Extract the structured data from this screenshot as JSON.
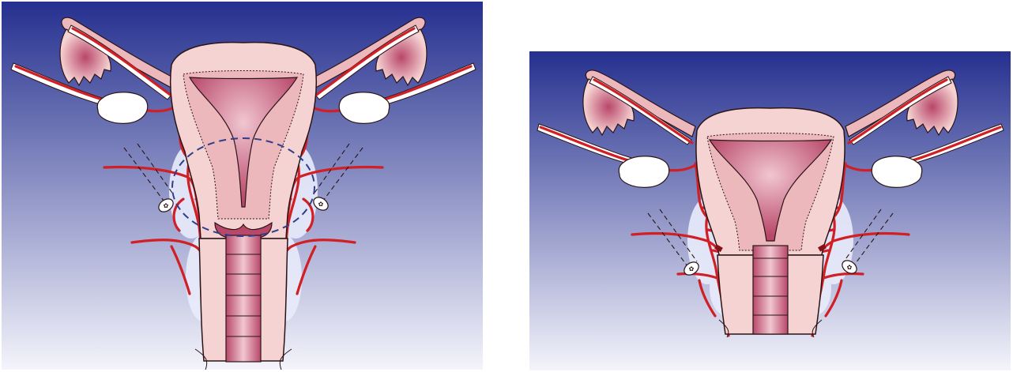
{
  "colors": {
    "background_top": "#25308f",
    "background_bottom": "#f4f4fb",
    "tissue_fill": "#f6d3d3",
    "tissue_shadow": "#ecb8bc",
    "cavity": "#b8476a",
    "cavity_highlight": "#f1c6d1",
    "artery": "#d01f25",
    "artery_dark": "#8a1017",
    "ovary": "#ffffff",
    "outline": "#2a1416",
    "dashed_circle": "#2f3f8a",
    "halo": "#e9ecfb"
  },
  "panels": [
    {
      "id": "left",
      "variant": "radical-hysterectomy-excision-extent",
      "shows_dashed_excision_circle": true,
      "shows_vaginal_cuff_remaining": false
    },
    {
      "id": "right",
      "variant": "simple-hysterectomy-excision-extent",
      "shows_dashed_excision_circle": false,
      "shows_vaginal_cuff_remaining": true
    }
  ],
  "icons": [
    "uterus",
    "fallopian-tube",
    "fimbriae",
    "ovary",
    "uterine-artery",
    "vaginal-artery",
    "ureter",
    "surgical-clip",
    "vagina",
    "excision-boundary"
  ]
}
